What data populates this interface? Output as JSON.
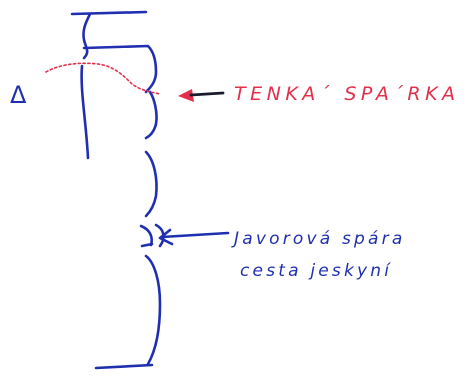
{
  "delta_symbol": "Δ",
  "label_thin_fissure": "TENKA´ SPA´RKA",
  "label_main_fissure": {
    "line1": "Javorová spára",
    "line2": "cesta jeskyní"
  },
  "colors": {
    "ink_blue": "#1f2fb0",
    "ink_red": "#e2304a",
    "ink_dark": "#1a1a2e",
    "paper": "#ffffff"
  }
}
